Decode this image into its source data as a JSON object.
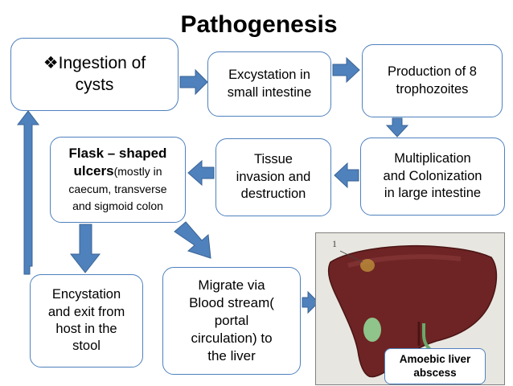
{
  "title": "Pathogenesis",
  "colors": {
    "arrow": "#4f81bd",
    "arrow_stroke": "#3a6494",
    "box_border": "#4f81bd"
  },
  "boxes": {
    "ingestion": {
      "bullet": "❖",
      "line1": "Ingestion of",
      "line2": "cysts"
    },
    "excystation": {
      "line1": "Excystation in",
      "line2": "small intestine"
    },
    "production": {
      "line1": "Production of  8",
      "line2": "trophozoites"
    },
    "multiplication": {
      "line1": "Multiplication",
      "line2": "and Colonization",
      "line3": "in large intestine"
    },
    "tissue": {
      "line1": "Tissue",
      "line2": "invasion and",
      "line3": "destruction"
    },
    "flask": {
      "bold": "Flask – shaped",
      "bold2": "ulcers",
      "small1": "(mostly in",
      "small2": "caecum, transverse",
      "small3": "and sigmoid colon"
    },
    "encystation": {
      "line1": "Encystation",
      "line2": "and exit from",
      "line3": "host in the",
      "line4": "stool"
    },
    "migrate": {
      "line1": "Migrate via",
      "line2": "Blood stream(",
      "line3": "portal",
      "line4": "circulation) to",
      "line5": "the liver"
    }
  },
  "figure": {
    "marker": "1",
    "caption": "Amoebic liver abscess"
  }
}
